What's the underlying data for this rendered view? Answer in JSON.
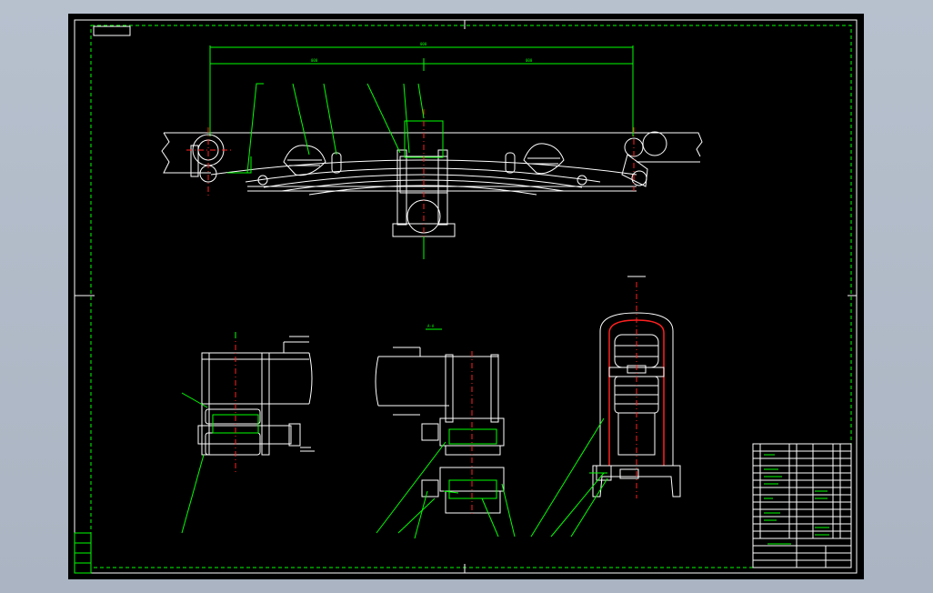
{
  "colors": {
    "viewport_bg": "#b9c3d0",
    "sheet_bg": "#000000",
    "outline": "#ffffff",
    "dimension": "#00ff00",
    "centerline": "#ff2020"
  },
  "icons": [
    "frame-corner-marks",
    "centerline-marks",
    "leader-arrows"
  ]
}
